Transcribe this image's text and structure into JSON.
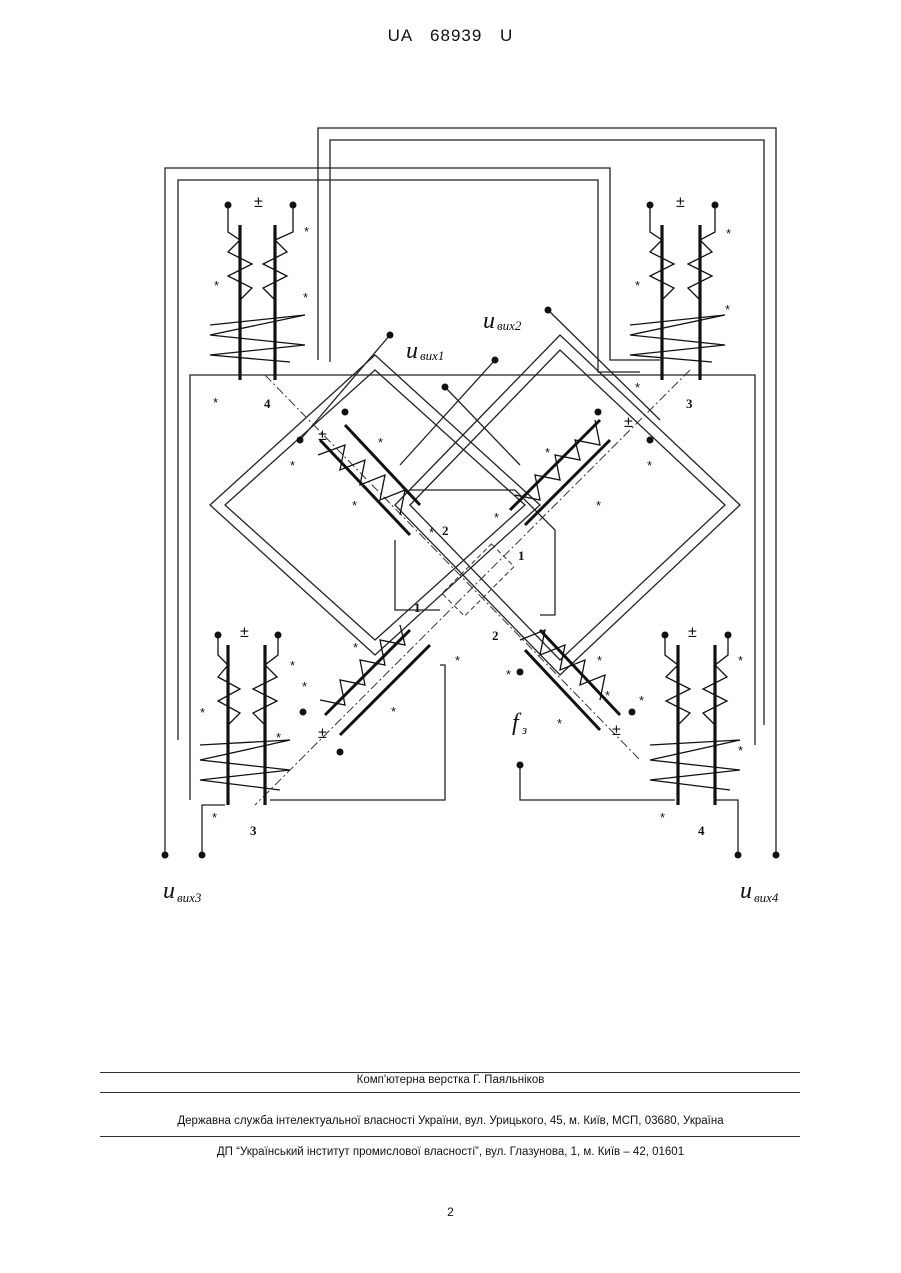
{
  "header": {
    "doc_number": "UA   68939   U"
  },
  "figure": {
    "coil_labels": [
      "1",
      "1",
      "2",
      "2",
      "3",
      "3",
      "4",
      "4"
    ],
    "polarity_mark": "±",
    "dot_mark": "*",
    "outputs": [
      {
        "symbol": "u",
        "sub": "вих1"
      },
      {
        "symbol": "u",
        "sub": "вих2"
      },
      {
        "symbol": "u",
        "sub": "вих3"
      },
      {
        "symbol": "u",
        "sub": "вих4"
      }
    ],
    "force": {
      "symbol": "f",
      "sub": "з"
    }
  },
  "footer": {
    "typesetting": "Комп'ютерна верстка Г. Паяльніков",
    "agency": "Державна служба інтелектуальної власності України, вул. Урицького, 45, м. Київ, МСП, 03680, Україна",
    "institute": "ДП “Український інститут промислової власності”, вул. Глазунова, 1, м. Київ – 42, 01601",
    "page_number": "2"
  }
}
